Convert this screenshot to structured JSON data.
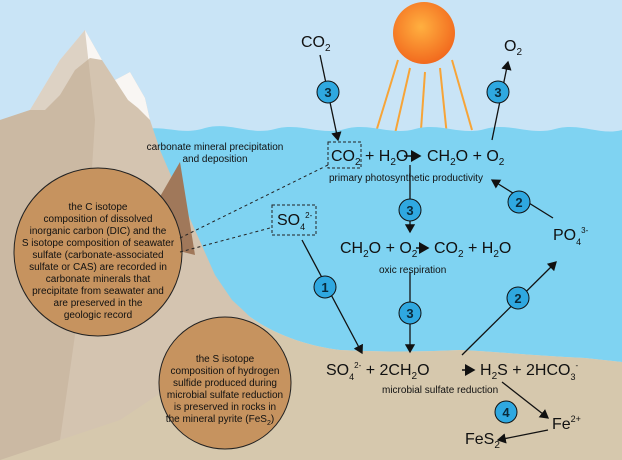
{
  "species": {
    "co2_air": "CO",
    "co2_air_sub": "2",
    "o2_air": "O",
    "o2_air_sub": "2",
    "photo_eq": {
      "co2": "CO",
      "co2_sub": "2",
      "plus1": " + H",
      "h2o_sub": "2",
      "o1": "O",
      "ch2o_c": "CH",
      "ch2o_sub": "2",
      "ch2o_o": "O + O",
      "o2_sub": "2"
    },
    "resp_eq": {
      "a": "CH",
      "a_sub": "2",
      "b": "O + O",
      "b_sub": "2",
      "c": "CO",
      "c_sub": "2",
      "d": " + H",
      "d_sub": "2",
      "e": "O"
    },
    "so4_box": "SO",
    "so4_box_sub": "4",
    "so4_box_sup": "2-",
    "po4": "PO",
    "po4_sub": "4",
    "po4_sup": "3-",
    "msr_eq": {
      "a": "SO",
      "a_sub": "4",
      "a_sup": "2-",
      "b": " + 2CH",
      "b_sub": "2",
      "c": "O",
      "d": "H",
      "d_sub": "2",
      "e": "S + 2HCO",
      "e_sub": "3",
      "e_sup": "-"
    },
    "fe": "Fe",
    "fe_sup": "2+",
    "fes2": "FeS",
    "fes2_sub": "2"
  },
  "labels": {
    "carbonate_precip_1": "carbonate mineral precipitation",
    "carbonate_precip_2": "and deposition",
    "primary_productivity": "primary photosynthetic productivity",
    "oxic_respiration": "oxic respiration",
    "microbial_sulfate_reduction": "microbial sulfate reduction"
  },
  "callout_c": [
    "the C isotope",
    "composition of dissolved",
    "inorganic carbon (DIC) and the",
    "S isotope composition of seawater",
    "sulfate (carbonate-associated",
    "sulfate or CAS) are recorded in",
    "carbonate minerals that",
    "precipitate from seawater and",
    "are preserved in the",
    "geologic record"
  ],
  "callout_s": [
    "the S isotope",
    "composition of hydrogen",
    "sulfide produced during",
    "microbial sulfate reduction",
    "is preserved in rocks in",
    "the mineral pyrite (FeS"
  ],
  "callout_s_sub": "2",
  "callout_s_tail": ")",
  "numbers": {
    "n3_co2": "3",
    "n3_o2": "3",
    "n3_resp_top": "3",
    "n3_resp_bottom": "3",
    "n1": "1",
    "n2_po4_top": "2",
    "n2_po4_bottom": "2",
    "n4": "4"
  },
  "colors": {
    "sky": "#c9e4f6",
    "water": "#7fd3f2",
    "sediment": "#d6c8ad",
    "mountain": "#a98c73",
    "callout": "#c6935f",
    "badge": "#2fa8e0",
    "sun": "#f7a437"
  }
}
